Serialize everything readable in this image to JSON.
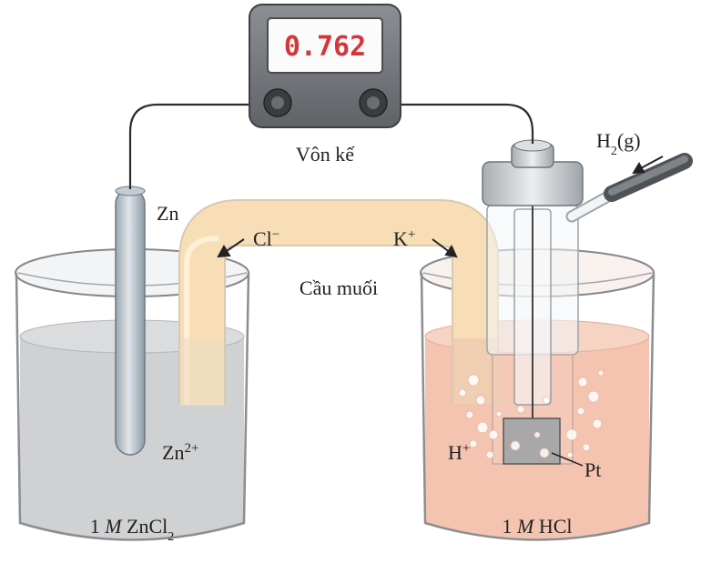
{
  "voltmeter": {
    "reading": "0.762",
    "label": "Vôn kế"
  },
  "left_cell": {
    "electrode": "Zn",
    "ion_base": "Zn",
    "ion_charge": "2+",
    "solution_prefix": "1 ",
    "solution_unit": "M",
    "solution_mid": " ZnCl",
    "solution_sub": "2"
  },
  "salt_bridge": {
    "label": "Cầu muối",
    "anion_base": "Cl",
    "anion_charge": "−",
    "cation_base": "K",
    "cation_charge": "+"
  },
  "right_cell": {
    "gas_base": "H",
    "gas_sub": "2",
    "gas_state": "(g)",
    "ion_base": "H",
    "ion_charge": "+",
    "electrode": "Pt",
    "solution_prefix": "1 ",
    "solution_unit": "M",
    "solution_rest": " HCl"
  },
  "colors": {
    "display_text": "#d4373a",
    "zn_solution": "#cfd1d3",
    "hcl_solution": "#f4c4b0",
    "salt_bridge": "#f7deb6"
  }
}
